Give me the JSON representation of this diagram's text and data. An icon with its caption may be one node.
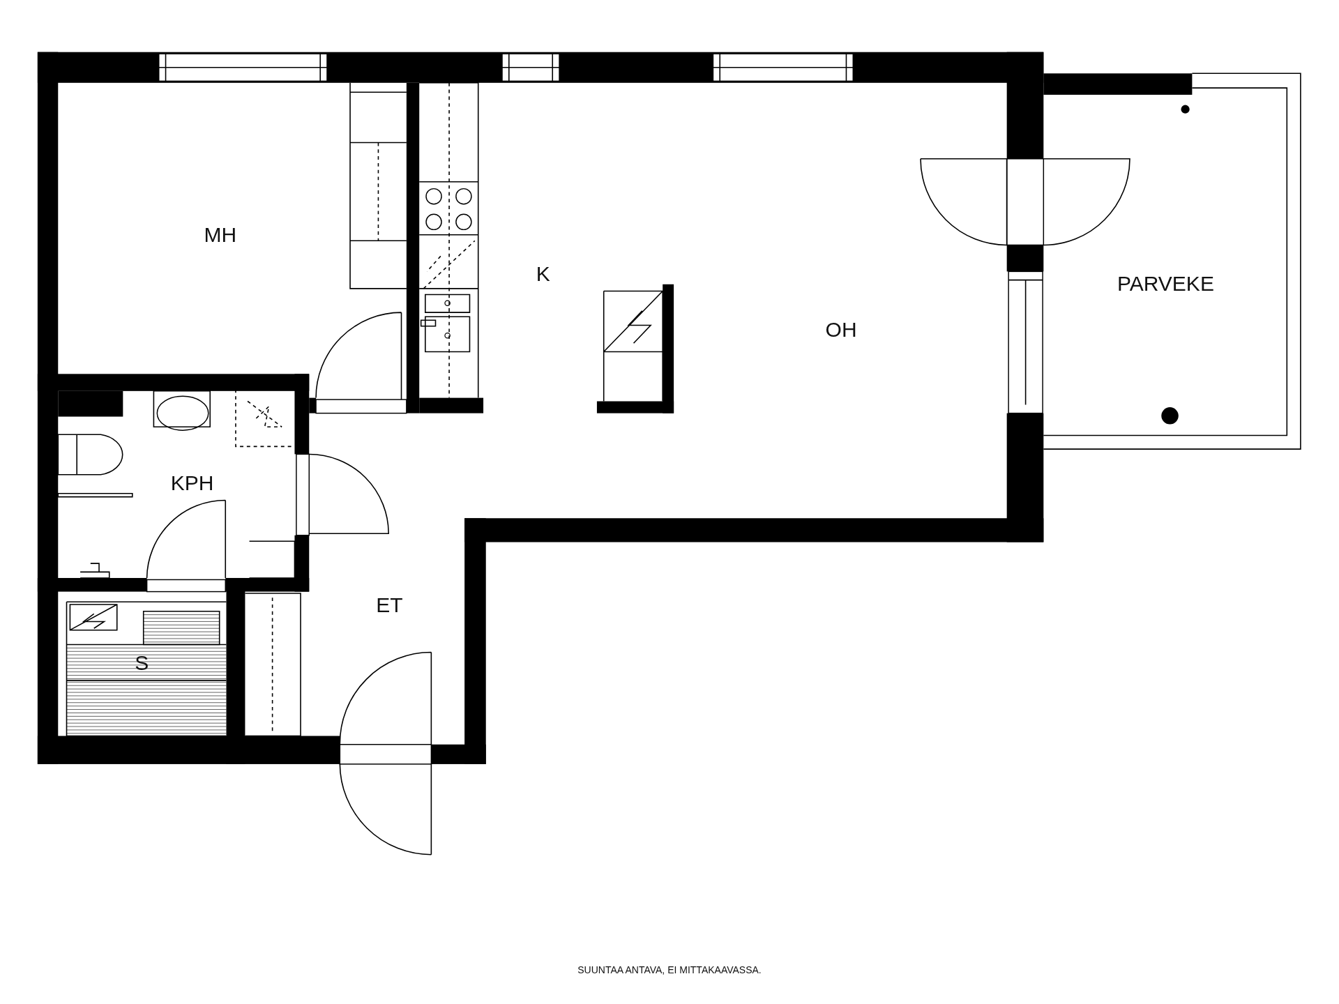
{
  "diagram": {
    "caption": "SUUNTAA ANTAVA, EI MITTAKAAVASSA.",
    "labels": [
      "MH",
      "K",
      "PARVEKE",
      "OH",
      "KPH",
      "ET",
      "S"
    ]
  }
}
